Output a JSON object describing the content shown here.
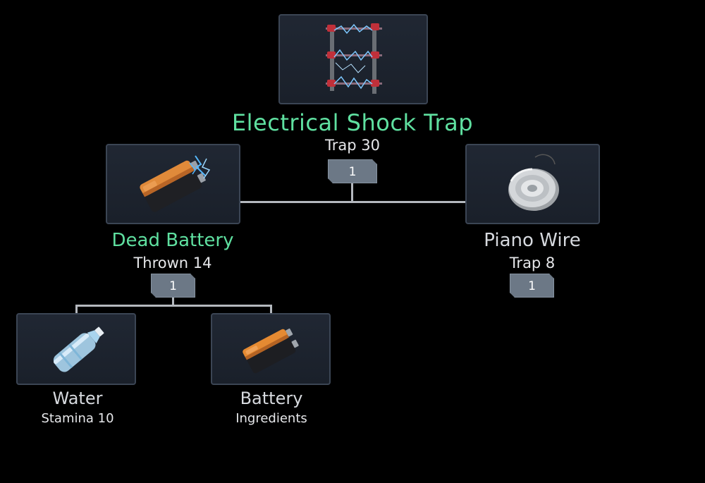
{
  "colors": {
    "highlight": "#5fe0a0",
    "text": "#d6d9de",
    "card_bg": "#1e242e",
    "card_border": "#3b4554",
    "badge_bg": "#6c7886",
    "background": "#000000"
  },
  "root": {
    "name": "Electrical Shock Trap",
    "subtitle": "Trap 30",
    "count": "1",
    "icon": "shock-trap-icon",
    "highlighted": true
  },
  "children": [
    {
      "name": "Dead Battery",
      "subtitle": "Thrown 14",
      "count": "1",
      "icon": "dead-battery-icon",
      "highlighted": true,
      "children": [
        {
          "name": "Water",
          "subtitle": "Stamina 10",
          "icon": "water-bottle-icon"
        },
        {
          "name": "Battery",
          "subtitle": "Ingredients",
          "icon": "battery-icon"
        }
      ]
    },
    {
      "name": "Piano Wire",
      "subtitle": "Trap 8",
      "count": "1",
      "icon": "piano-wire-icon",
      "highlighted": false
    }
  ]
}
